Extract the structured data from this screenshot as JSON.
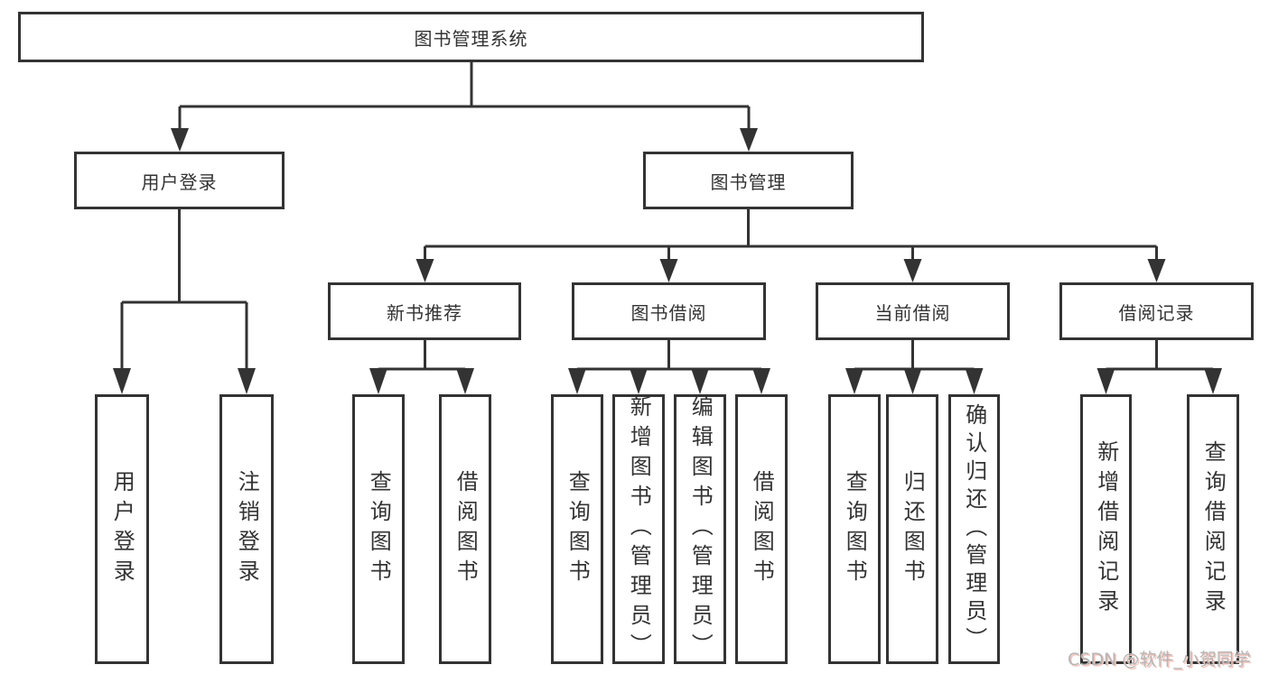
{
  "diagram": {
    "title": "图书管理系统",
    "colors": {
      "line": "#333333",
      "box_border": "#333333",
      "box_background": "#ffffff",
      "text": "#333333",
      "watermark_gray": "#b5b5b5",
      "watermark_red": "#fc5531"
    },
    "nodes": {
      "root": {
        "label": "图书管理系统"
      },
      "user_login": {
        "label": "用户登录"
      },
      "book_mgmt": {
        "label": "图书管理"
      },
      "new_book_rec": {
        "label": "新书推荐"
      },
      "book_borrow": {
        "label": "图书借阅"
      },
      "current_borrow": {
        "label": "当前借阅"
      },
      "borrow_records": {
        "label": "借阅记录"
      },
      "leaf_user_login": {
        "label": "用户登录"
      },
      "leaf_logout": {
        "label": "注销登录"
      },
      "leaf_query_book_1": {
        "label": "查询图书"
      },
      "leaf_borrow_book_1": {
        "label": "借阅图书"
      },
      "leaf_query_book_2": {
        "label": "查询图书"
      },
      "leaf_add_book": {
        "label": "新增图书（管理员）"
      },
      "leaf_edit_book": {
        "label": "编辑图书（管理员）"
      },
      "leaf_borrow_book_2": {
        "label": "借阅图书"
      },
      "leaf_query_book_3": {
        "label": "查询图书"
      },
      "leaf_return_book": {
        "label": "归还图书"
      },
      "leaf_confirm_return": {
        "label": "确认归还（管理员）"
      },
      "leaf_add_borrow_record": {
        "label": "新增借阅记录"
      },
      "leaf_query_borrow_record": {
        "label": "查询借阅记录"
      }
    },
    "watermark": {
      "text": "CSDN @软件_小贺同学"
    }
  }
}
